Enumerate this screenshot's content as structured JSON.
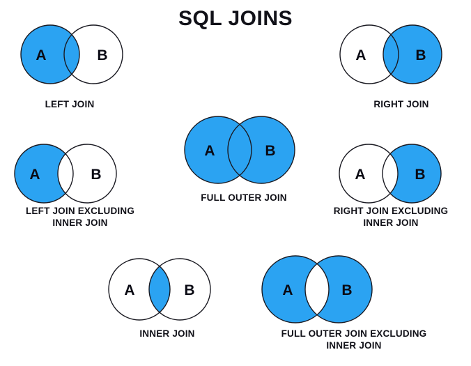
{
  "title": "SQL JOINS",
  "colors": {
    "fill": "#2BA3F2",
    "stroke": "#1a1a22",
    "background": "#ffffff",
    "text": "#111118"
  },
  "circle_letters": {
    "left": "A",
    "right": "B"
  },
  "diagrams": [
    {
      "id": "left-join",
      "label": "LEFT JOIN",
      "letters": {
        "left": "A",
        "right": "B"
      },
      "shaded": "A including intersection",
      "regions": {
        "a_only": "filled",
        "intersection": "filled",
        "b_only": "empty"
      }
    },
    {
      "id": "right-join",
      "label": "RIGHT JOIN",
      "letters": {
        "left": "A",
        "right": "B"
      },
      "shaded": "B including intersection",
      "regions": {
        "a_only": "empty",
        "intersection": "filled",
        "b_only": "filled"
      }
    },
    {
      "id": "left-join-excluding-inner-join",
      "label": "LEFT JOIN EXCLUDING\nINNER JOIN",
      "letters": {
        "left": "A",
        "right": "B"
      },
      "shaded": "A excluding intersection",
      "regions": {
        "a_only": "filled",
        "intersection": "empty",
        "b_only": "empty"
      }
    },
    {
      "id": "full-outer-join",
      "label": "FULL OUTER JOIN",
      "letters": {
        "left": "A",
        "right": "B"
      },
      "shaded": "A and B including intersection",
      "regions": {
        "a_only": "filled",
        "intersection": "filled",
        "b_only": "filled"
      }
    },
    {
      "id": "right-join-excluding-inner-join",
      "label": "RIGHT JOIN EXCLUDING\nINNER JOIN",
      "letters": {
        "left": "A",
        "right": "B"
      },
      "shaded": "B excluding intersection",
      "regions": {
        "a_only": "empty",
        "intersection": "empty",
        "b_only": "filled"
      }
    },
    {
      "id": "inner-join",
      "label": "INNER JOIN",
      "letters": {
        "left": "A",
        "right": "B"
      },
      "shaded": "intersection only",
      "regions": {
        "a_only": "empty",
        "intersection": "filled",
        "b_only": "empty"
      }
    },
    {
      "id": "full-outer-join-excluding-inner-join",
      "label": "FULL OUTER JOIN EXCLUDING\nINNER JOIN",
      "letters": {
        "left": "A",
        "right": "B"
      },
      "shaded": "A and B excluding intersection",
      "regions": {
        "a_only": "filled",
        "intersection": "empty",
        "b_only": "filled"
      }
    }
  ]
}
